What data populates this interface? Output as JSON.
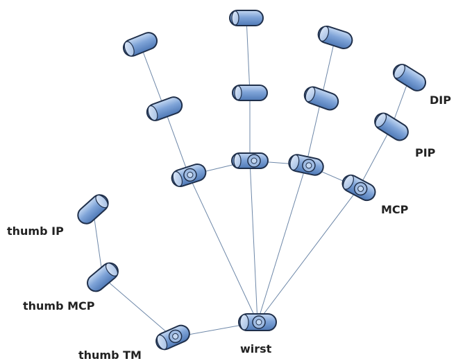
{
  "labels": {
    "dip": "DIP",
    "pip": "PIP",
    "mcp": "MCP",
    "thumb_ip": "thumb IP",
    "thumb_mcp": "thumb MCP",
    "thumb_tm": "thumb TM",
    "wrist": "wirst"
  },
  "colors": {
    "joint_fill_light": "#c4d8f2",
    "joint_fill_mid": "#7fa4d8",
    "joint_fill_dark": "#4f79b6",
    "joint_stroke": "#1f2f4a",
    "connector": "#6d87a8",
    "label_text": "#222222"
  },
  "icons": {
    "joint": "cylinder-joint-icon",
    "rotary_joint": "rotary-joint-icon"
  }
}
